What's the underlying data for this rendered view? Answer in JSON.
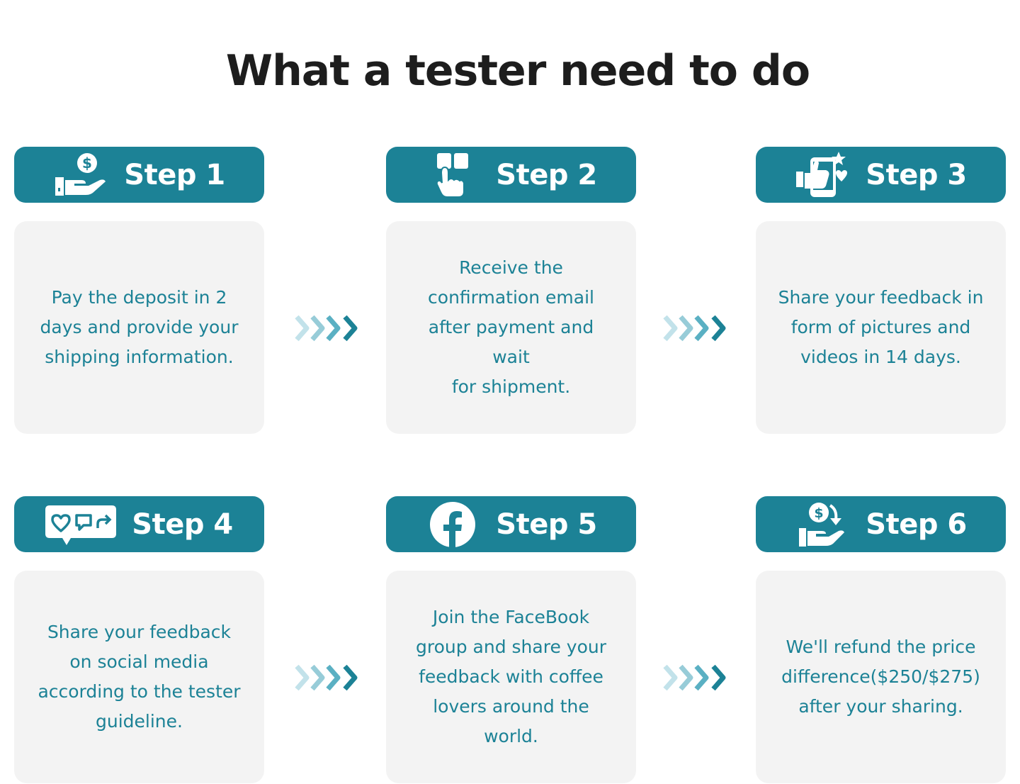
{
  "title": "What a tester need to do",
  "steps": [
    {
      "label": "Step 1",
      "icon": "hand-coin-icon",
      "description": "Pay the deposit in 2\ndays and provide your\nshipping information."
    },
    {
      "label": "Step 2",
      "icon": "finger-tap-icon",
      "description": "Receive the\nconfirmation email\nafter payment and wait\nfor shipment."
    },
    {
      "label": "Step 3",
      "icon": "phone-thumbs-up-icon",
      "description": "Share your feedback in\nform of pictures and\nvideos in 14 days."
    },
    {
      "label": "Step 4",
      "icon": "social-reactions-icon",
      "description": "Share your feedback\non social media\naccording to the tester\nguideline."
    },
    {
      "label": "Step 5",
      "icon": "facebook-icon",
      "description": "Join the FaceBook\ngroup and share your\nfeedback with coffee\nlovers around the world."
    },
    {
      "label": "Step 6",
      "icon": "refund-hand-icon",
      "description": "We'll refund the price\ndifference($250/$275)\nafter your sharing."
    }
  ],
  "colors": {
    "accent": "#1c8296",
    "card_background": "#f3f3f3",
    "title": "#1d1d1d"
  }
}
